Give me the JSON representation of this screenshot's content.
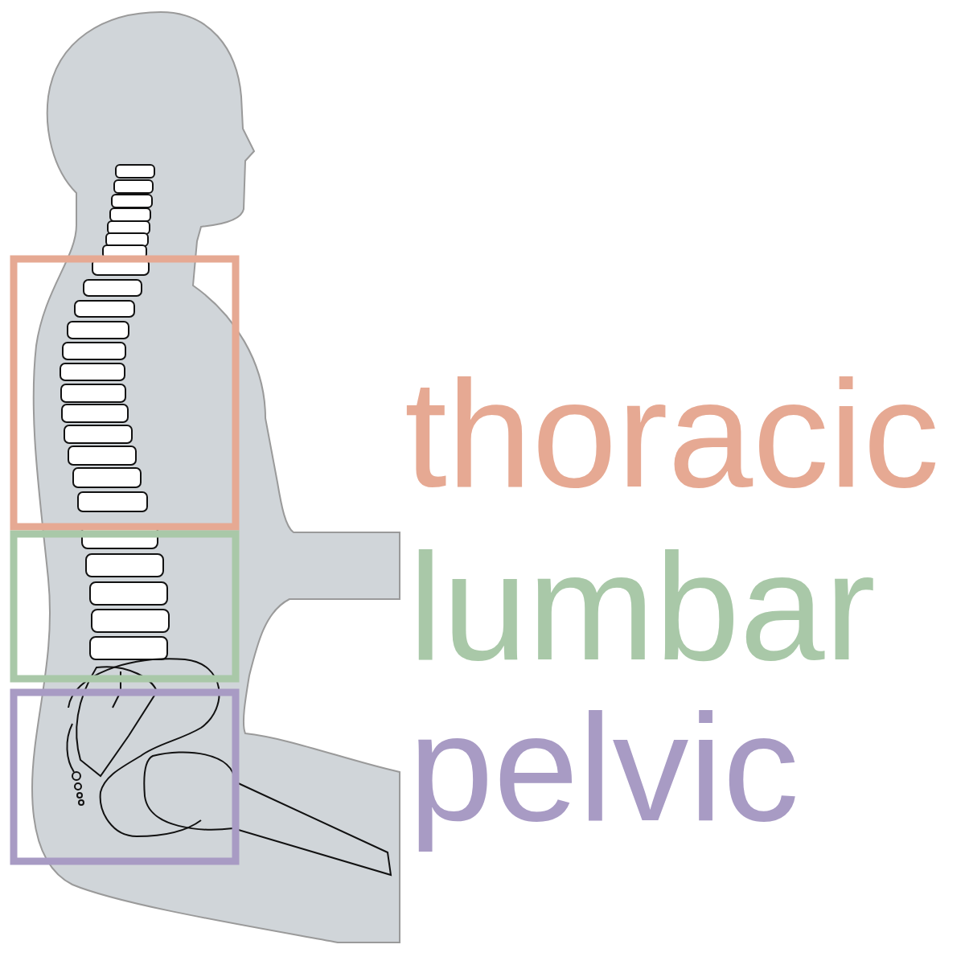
{
  "diagram": {
    "labels": [
      "thoracic",
      "lumbar",
      "pelvic"
    ]
  }
}
